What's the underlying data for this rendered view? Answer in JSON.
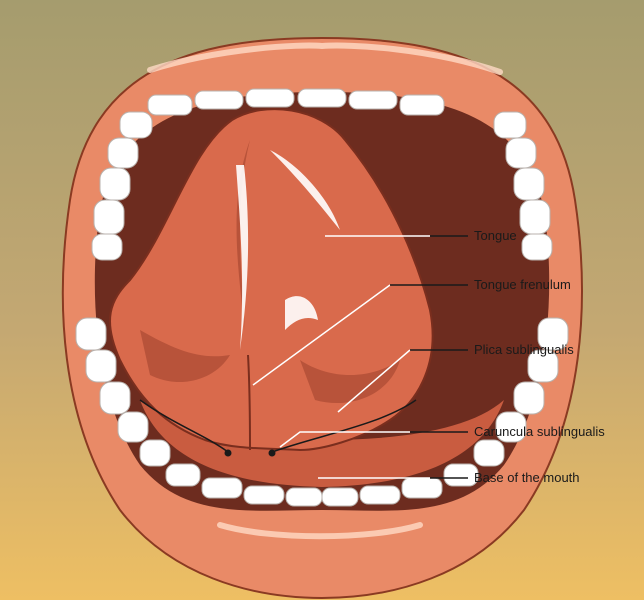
{
  "labels": {
    "tongue": "Tongue",
    "frenulum": "Tongue frenulum",
    "plica": "Plica sublingualis",
    "caruncula": "Caruncula sublingualis",
    "base": "Base of the mouth"
  },
  "colors": {
    "lips": "#e98a67",
    "cavity": "#6d2c1f",
    "tongue": "#d96a4c",
    "tongue_shadow": "#b8533a",
    "teeth": "#ffffff",
    "leader_line": "#ffffff",
    "label_line": "#1a1a1a"
  }
}
